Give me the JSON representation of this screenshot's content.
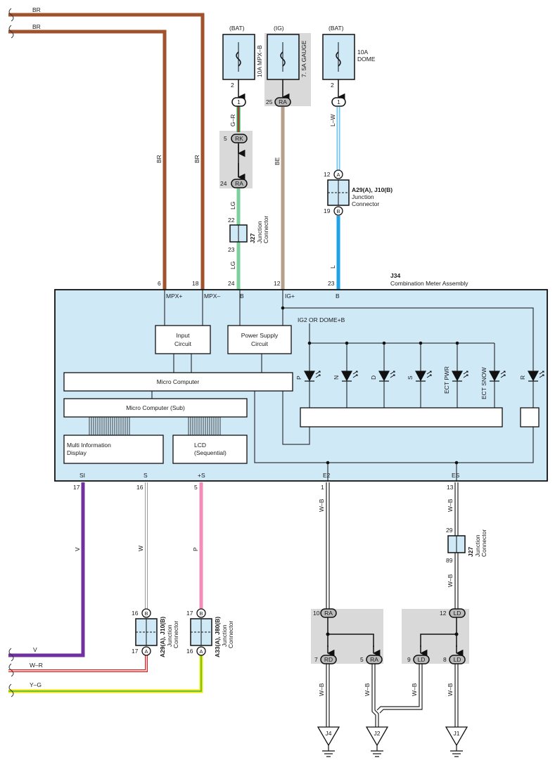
{
  "wire_colors": {
    "BR": "#a0522d",
    "V": "#7030a0",
    "P": "#f48cb8",
    "LG": "#7dcf9e",
    "BE": "#b4a08a",
    "L": "#1ea3e6",
    "LW": "#6fc4f0",
    "GR": "#2e9e56",
    "R": "#e02020",
    "Y": "#f0e400",
    "G": "#48b848",
    "W": "#c8c8c8",
    "WB": "#222222"
  },
  "fill_colors": {
    "meter": "#cfe9f7",
    "shade": "#d9d9d9",
    "fuse_box": "#cfe9f7"
  },
  "wire_labels": {
    "br": "BR",
    "br_v": "BR",
    "gr": "G–R",
    "lg": "LG",
    "be": "BE",
    "lw": "L–W",
    "l": "L",
    "v": "V",
    "w": "W",
    "p": "P",
    "wr": "W–R",
    "yg": "Y–G",
    "wb": "W–B"
  },
  "fuses": [
    {
      "source": "(BAT)",
      "name": "10A MPX–B",
      "pin": "2",
      "connector": "1"
    },
    {
      "source": "(IG)",
      "name": "7. 5A GAUGE",
      "pin": "25",
      "connector": "RA"
    },
    {
      "source": "(BAT)",
      "name_line1": "10A",
      "name_line2": "DOME",
      "pin": "2",
      "connector": "1"
    }
  ],
  "connectors": {
    "rk": {
      "pin": "5",
      "label": "RK"
    },
    "ra24": {
      "pin": "24",
      "label": "RA"
    },
    "j27_top": {
      "pin_in": "22",
      "pin_out": "23",
      "name": "J27",
      "desc1": "Junction",
      "desc2": "Connector"
    },
    "a29_top": {
      "pin_a": "12",
      "pin_b": "19",
      "a": "A",
      "b": "B",
      "name": "A29(A), J10(B)",
      "desc1": "Junction",
      "desc2": "Connector"
    },
    "j27_bottom": {
      "pin_in": "29",
      "pin_out": "89",
      "name": "J27",
      "desc1": "Junction",
      "desc2": "Connector"
    },
    "a29_bottom": {
      "pin_b": "16",
      "pin_a": "17",
      "a": "A",
      "b": "B",
      "name": "A29(A), J10(B)",
      "desc1": "Junction",
      "desc2": "Connector"
    },
    "a33_bottom": {
      "pin_b": "17",
      "pin_a": "16",
      "a": "A",
      "b": "B",
      "name": "A33(A), J80(B)",
      "desc1": "Junction",
      "desc2": "Connector"
    },
    "ra10": {
      "pin": "10",
      "label": "RA"
    },
    "rd7": {
      "pin": "7",
      "label": "RD"
    },
    "ra5": {
      "pin": "5",
      "label": "RA"
    },
    "ld12": {
      "pin": "12",
      "label": "LD"
    },
    "ld9": {
      "pin": "9",
      "label": "LD"
    },
    "ld8": {
      "pin": "8",
      "label": "LD"
    }
  },
  "meter": {
    "id": "J34",
    "name": "Combination Meter Assembly",
    "top_pins": [
      {
        "num": "6",
        "label": "MPX+"
      },
      {
        "num": "18",
        "label": "MPX–"
      },
      {
        "num": "24",
        "label": "B"
      },
      {
        "num": "12",
        "label": "IG+"
      },
      {
        "num": "23",
        "label": "B"
      }
    ],
    "bottom_pins": [
      {
        "num": "17",
        "label": "SI"
      },
      {
        "num": "16",
        "label": "S"
      },
      {
        "num": "5",
        "label": "+S"
      },
      {
        "num": "1",
        "label": "E2"
      },
      {
        "num": "13",
        "label": "ES"
      }
    ],
    "blocks": {
      "input_circuit_1": "Input",
      "input_circuit_2": "Circuit",
      "power_supply_1": "Power Supply",
      "power_supply_2": "Circuit",
      "micro_computer": "Micro Computer",
      "micro_computer_sub": "Micro Computer (Sub)",
      "multi_info_1": "Multi Information",
      "multi_info_2": "Display",
      "lcd_1": "LCD",
      "lcd_2": "(Sequential)"
    },
    "ig2_label": "IG2 OR DOME+B",
    "leds": [
      "P",
      "N",
      "D",
      "S",
      "ECT PWR",
      "ECT SNOW",
      "R"
    ]
  },
  "grounds": [
    "J4",
    "J2",
    "J1"
  ]
}
